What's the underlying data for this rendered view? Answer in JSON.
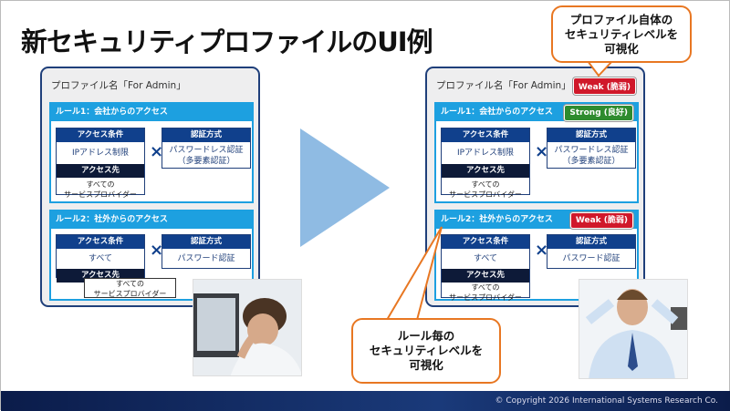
{
  "title": "新セキュリティプロファイルのUI例",
  "panels": [
    {
      "profile_name": "プロファイル名「For Admin」",
      "badge": null,
      "rules": [
        {
          "header": "ルール1：会社からのアクセス",
          "badge": null,
          "condition_label": "アクセス条件",
          "condition": "IPアドレス制限",
          "dest_label": "アクセス先",
          "dest": "すべての\nサービスプロバイダー",
          "auth_label": "認証方式",
          "auth": "パスワードレス認証\n（多要素認証）"
        },
        {
          "header": "ルール2：社外からのアクセス",
          "badge": null,
          "condition_label": "アクセス条件",
          "condition": "すべて",
          "dest_label": "アクセス先",
          "dest": "すべての\nサービスプロバイダー",
          "auth_label": "認証方式",
          "auth": "パスワード認証"
        }
      ]
    },
    {
      "profile_name": "プロファイル名「For Admin」",
      "badge": "Weak (脆弱)",
      "rules": [
        {
          "header": "ルール1：会社からのアクセス",
          "badge": "Strong (良好)",
          "condition_label": "アクセス条件",
          "condition": "IPアドレス制限",
          "dest_label": "アクセス先",
          "dest": "すべての\nサービスプロバイダー",
          "auth_label": "認証方式",
          "auth": "パスワードレス認証\n（多要素認証）"
        },
        {
          "header": "ルール2：社外からのアクセス",
          "badge": "Weak (脆弱)",
          "condition_label": "アクセス条件",
          "condition": "すべて",
          "dest_label": "アクセス先",
          "dest": "すべての\nサービスプロバイダー",
          "auth_label": "認証方式",
          "auth": "パスワード認証"
        }
      ]
    }
  ],
  "cross": "×",
  "callouts": {
    "profile": "プロファイル自体の\nセキュリティレベルを\n可視化",
    "rule": "ルール毎の\nセキュリティレベルを\n可視化"
  },
  "footer": "© Copyright 2026 International Systems Research Co.",
  "colors": {
    "weak": "#d0182a",
    "strong": "#2e8b2e",
    "rule_header": "#1da0e0",
    "navy": "#10408c",
    "callout": "#e87722"
  }
}
